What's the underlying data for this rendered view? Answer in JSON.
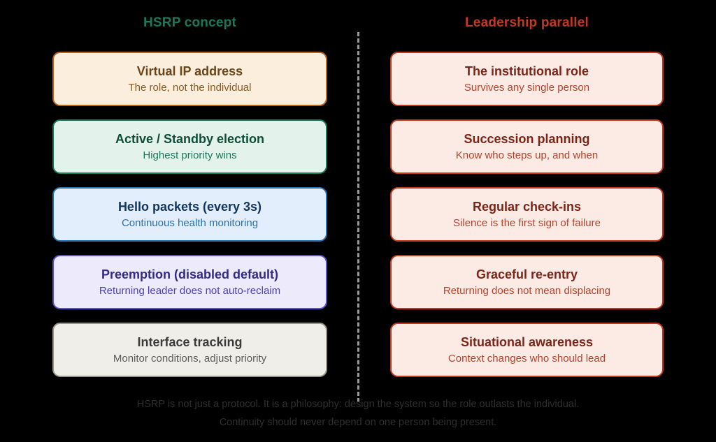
{
  "background": "#000000",
  "divider": {
    "style": "dashed-vertical",
    "color": "#9a9a9a"
  },
  "columns": {
    "left": {
      "header": "HSRP concept",
      "header_color": "#16795c",
      "cards": [
        {
          "title": "Virtual IP address",
          "subtitle": "The role, not the individual",
          "bg": "#fbeedc",
          "border": "#b5651d",
          "title_color": "#6b4518",
          "sub_color": "#8a5a22"
        },
        {
          "title": "Active / Standby election",
          "subtitle": "Highest priority wins",
          "bg": "#e3f3ec",
          "border": "#16795c",
          "title_color": "#0f4d3a",
          "sub_color": "#1a7a5e"
        },
        {
          "title": "Hello packets (every 3s)",
          "subtitle": "Continuous health monitoring",
          "bg": "#e2eefb",
          "border": "#2171b5",
          "title_color": "#14365e",
          "sub_color": "#2a6fb0"
        },
        {
          "title": "Preemption (disabled default)",
          "subtitle": "Returning leader does not auto-reclaim",
          "bg": "#eceafb",
          "border": "#5a4fcf",
          "title_color": "#312a86",
          "sub_color": "#4a41b8"
        },
        {
          "title": "Interface tracking",
          "subtitle": "Monitor conditions, adjust priority",
          "bg": "#efeee9",
          "border": "#9b968c",
          "title_color": "#3b3b3b",
          "sub_color": "#5c5c5c"
        }
      ]
    },
    "right": {
      "header": "Leadership parallel",
      "header_color": "#bf3a22",
      "cards": [
        {
          "title": "The institutional role",
          "subtitle": "Survives any single person",
          "bg": "#fceae5",
          "border": "#c0391c",
          "title_color": "#7b2518",
          "sub_color": "#b5432b"
        },
        {
          "title": "Succession planning",
          "subtitle": "Know who steps up, and when",
          "bg": "#fceae5",
          "border": "#c0391c",
          "title_color": "#7b2518",
          "sub_color": "#b5432b"
        },
        {
          "title": "Regular check-ins",
          "subtitle": "Silence is the first sign of failure",
          "bg": "#fceae5",
          "border": "#c0391c",
          "title_color": "#7b2518",
          "sub_color": "#b5432b"
        },
        {
          "title": "Graceful re-entry",
          "subtitle": "Returning does not mean displacing",
          "bg": "#fceae5",
          "border": "#c0391c",
          "title_color": "#7b2518",
          "sub_color": "#b5432b"
        },
        {
          "title": "Situational awareness",
          "subtitle": "Context changes who should lead",
          "bg": "#fceae5",
          "border": "#c0391c",
          "title_color": "#7b2518",
          "sub_color": "#b5432b"
        }
      ]
    }
  },
  "footer": {
    "line1": "HSRP is not just a protocol. It is a philosophy: design the system so the role outlasts the individual.",
    "line2": "Continuity should never depend on one person being present.",
    "color": "#2f2f2f"
  }
}
